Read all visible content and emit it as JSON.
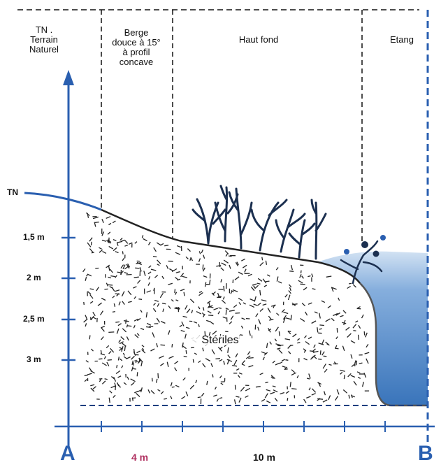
{
  "zones": {
    "tn_line1": "TN .",
    "tn_line2": "Terrain",
    "tn_line3": "Naturel",
    "berge_line1": "Berge",
    "berge_line2": "douce à 15°",
    "berge_line3": "à profil",
    "berge_line4": "concave",
    "haut_fond": "Haut fond",
    "etang": "Etang"
  },
  "depth_axis": {
    "tn": "TN",
    "d15": "1,5 m",
    "d2": "2 m",
    "d25": "2,5 m",
    "d3": "3 m"
  },
  "fill_label": "Stériles",
  "section": {
    "start": "A",
    "end": "B"
  },
  "scale": {
    "left": "4 m",
    "right": "10 m"
  },
  "colors": {
    "axis_blue": "#2a5fb0",
    "water_blue": "#3f7fc4",
    "scale_left": "#b03060",
    "ink": "#111111"
  }
}
